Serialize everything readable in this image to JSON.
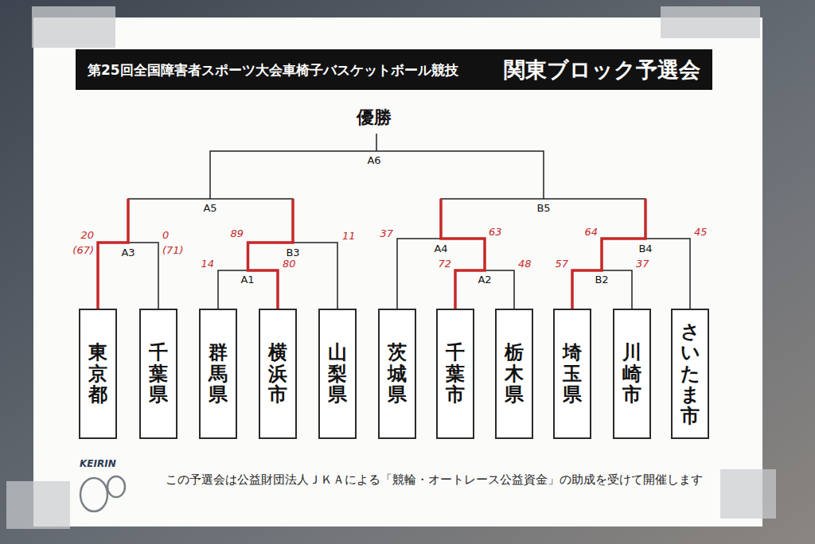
{
  "diagram": {
    "title": "第25回全国障害者スポーツ大会車椅子バスケットボール競技",
    "caption": "この予選会は公益財団法人ＪＫＡによる「競輪・オートレース公益資金」の助成を受けて開催します",
    "nodes": [
      {
        "text": [
          "東京都"
        ]
      },
      {
        "text": [
          "千葉県"
        ]
      },
      {
        "text": [
          "群馬県"
        ]
      },
      {
        "text": [
          "横浜市"
        ]
      },
      {
        "text": [
          "山梨県"
        ]
      },
      {
        "text": [
          "茨城県"
        ]
      },
      {
        "text": [
          "千葉市"
        ]
      },
      {
        "text": [
          "栃木県"
        ]
      },
      {
        "text": [
          "埼玉県"
        ]
      },
      {
        "text": [
          "川崎市"
        ]
      },
      {
        "text": [
          "さいたま市"
        ]
      }
    ],
    "labels": [
      "関東ブロック予選会",
      "優勝",
      "A6",
      "A5",
      "B5",
      "A3",
      "B3",
      "A4",
      "B4",
      "A1",
      "A2",
      "B2",
      "20",
      "(67)",
      "0",
      "(71)",
      "89",
      "11",
      "37",
      "63",
      "64",
      "45",
      "14",
      "80",
      "72",
      "48",
      "57",
      "37",
      "KEIRIN"
    ]
  }
}
